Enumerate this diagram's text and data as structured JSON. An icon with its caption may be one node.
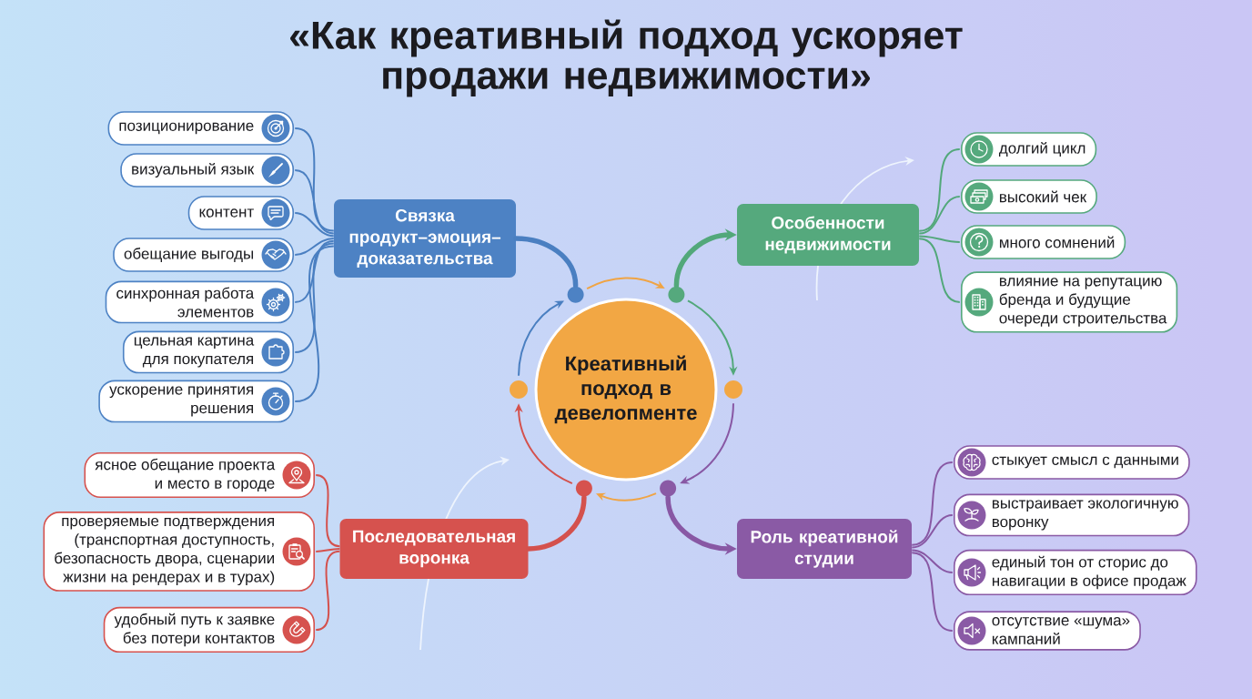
{
  "diagram": {
    "title": "«Как креативный подход ускоряет продажи недвижимости»",
    "nodes": [
      {
        "text": [
          "Креативный подход в девелопменте"
        ]
      },
      {
        "text": [
          "Связка продукт–эмоция–доказательства"
        ]
      },
      {
        "text": [
          "позиционирование"
        ]
      },
      {
        "text": [
          "визуальный язык"
        ]
      },
      {
        "text": [
          "контент"
        ]
      },
      {
        "text": [
          "обещание выгоды"
        ]
      },
      {
        "text": [
          "синхронная работа элементов"
        ]
      },
      {
        "text": [
          "цельная картина для покупателя"
        ]
      },
      {
        "text": [
          "ускорение принятия решения"
        ]
      },
      {
        "text": [
          "Особенности недвижимости"
        ]
      },
      {
        "text": [
          "долгий цикл"
        ]
      },
      {
        "text": [
          "высокий чек"
        ]
      },
      {
        "text": [
          "много сомнений"
        ]
      },
      {
        "text": [
          "влияние на репутацию бренда и будущие очереди строительства"
        ]
      },
      {
        "text": [
          "Последовательная воронка"
        ]
      },
      {
        "text": [
          "ясное обещание проекта и место в городе"
        ]
      },
      {
        "text": [
          "проверяемые подтверждения (транспортная доступность, безопасность двора, сценарии жизни на рендерах и в турах)"
        ]
      },
      {
        "text": [
          "удобный путь к заявке без потери контактов"
        ]
      },
      {
        "text": [
          "Роль креативной студии"
        ]
      },
      {
        "text": [
          "стыкует смысл с данными"
        ]
      },
      {
        "text": [
          "выстраивает экологичную воронку"
        ]
      },
      {
        "text": [
          "единый тон от сторис до навигации в офисе продаж"
        ]
      },
      {
        "text": [
          "отсутствие «шума» кампаний"
        ]
      },
      {
        "text": [],
        "shape": "circle"
      },
      {
        "text": [],
        "shape": "circle"
      },
      {
        "text": [],
        "shape": "circle"
      },
      {
        "text": [],
        "shape": "circle"
      },
      {
        "text": [],
        "shape": "circle"
      },
      {
        "text": [],
        "shape": "circle"
      }
    ],
    "edges": [
      {
        "from": 1,
        "to": 2,
        "arrow": "none",
        "color": "#4a7fc1"
      },
      {
        "from": 1,
        "to": 3,
        "arrow": "none",
        "color": "#4a7fc1"
      },
      {
        "from": 1,
        "to": 4,
        "arrow": "none",
        "color": "#4a7fc1"
      },
      {
        "from": 1,
        "to": 5,
        "arrow": "none",
        "color": "#4a7fc1"
      },
      {
        "from": 1,
        "to": 6,
        "arrow": "none",
        "color": "#4a7fc1"
      },
      {
        "from": 1,
        "to": 7,
        "arrow": "none",
        "color": "#4a7fc1"
      },
      {
        "from": 1,
        "to": 8,
        "arrow": "none",
        "color": "#4a7fc1"
      },
      {
        "from": 9,
        "to": 10,
        "arrow": "none",
        "color": "#52a87a"
      },
      {
        "from": 9,
        "to": 11,
        "arrow": "none",
        "color": "#52a87a"
      },
      {
        "from": 9,
        "to": 12,
        "arrow": "none",
        "color": "#52a87a"
      },
      {
        "from": 9,
        "to": 13,
        "arrow": "none",
        "color": "#52a87a"
      },
      {
        "from": 14,
        "to": 15,
        "arrow": "none",
        "color": "#d4514d"
      },
      {
        "from": 14,
        "to": 16,
        "arrow": "none",
        "color": "#d4514d"
      },
      {
        "from": 14,
        "to": 17,
        "arrow": "none",
        "color": "#d4514d"
      },
      {
        "from": 18,
        "to": 19,
        "arrow": "none",
        "color": "#8858a4"
      },
      {
        "from": 18,
        "to": 20,
        "arrow": "none",
        "color": "#8858a4"
      },
      {
        "from": 18,
        "to": 21,
        "arrow": "none",
        "color": "#8858a4"
      },
      {
        "from": 18,
        "to": 22,
        "arrow": "none",
        "color": "#8858a4"
      },
      {
        "from": 1,
        "to": 23,
        "arrow": "none",
        "style": "thick",
        "color": "#4a7fc1"
      },
      {
        "from": 24,
        "to": 9,
        "arrow": "to",
        "style": "thick",
        "color": "#52a87a"
      },
      {
        "from": 26,
        "to": 18,
        "arrow": "to",
        "style": "thick",
        "color": "#8858a4"
      },
      {
        "from": 14,
        "to": 27,
        "arrow": "none",
        "style": "thick",
        "color": "#d4514d"
      },
      {
        "from": 23,
        "to": 24,
        "arrow": "to",
        "color": "#f0a444"
      },
      {
        "from": 24,
        "to": 25,
        "arrow": "to",
        "color": "#52a87a"
      },
      {
        "from": 25,
        "to": 26,
        "arrow": "to",
        "color": "#8858a4"
      },
      {
        "from": 26,
        "to": 27,
        "arrow": "to",
        "color": "#f0a444"
      },
      {
        "from": 27,
        "to": 28,
        "arrow": "to",
        "color": "#d4514d"
      },
      {
        "from": 28,
        "to": 23,
        "arrow": "to",
        "color": "#4a7fc1"
      }
    ]
  }
}
